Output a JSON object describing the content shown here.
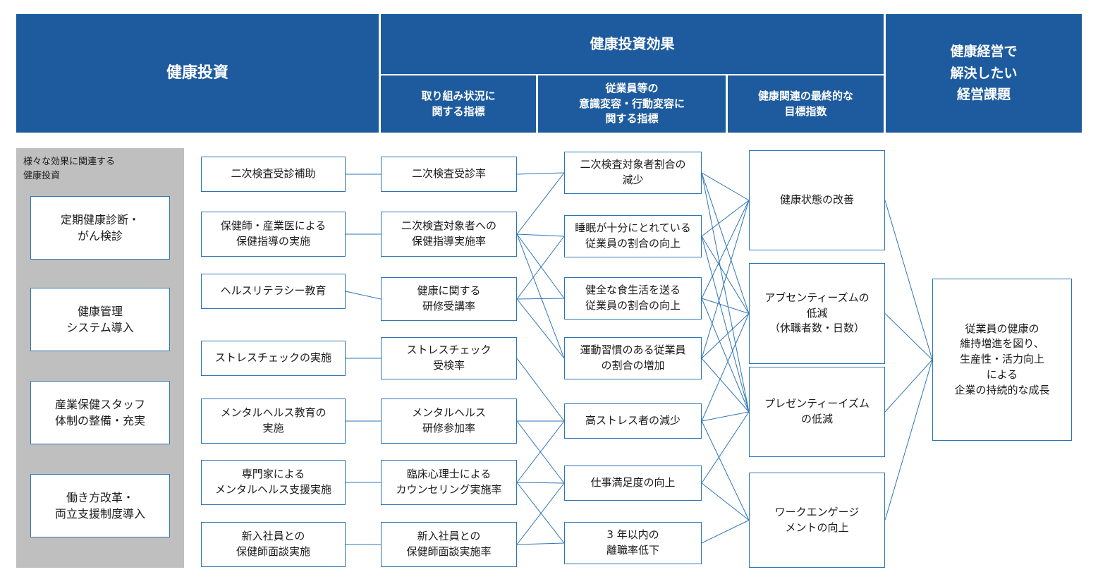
{
  "headers": {
    "invest": "健康投資",
    "effect": "健康投資効果",
    "sub_status": "取り組み状況に\n関する指標",
    "sub_behavior": "従業員等の\n意識変容・行動変容に\n関する指標",
    "sub_goal": "健康関連の最終的な\n目標指数",
    "issue": "健康経営で\n解決したい\n経営課題"
  },
  "side_panel": {
    "label": "様々な効果に関連する\n健康投資",
    "items": [
      {
        "id": "sp1",
        "label": "定期健康診断・\nがん検診"
      },
      {
        "id": "sp2",
        "label": "健康管理\nシステム導入"
      },
      {
        "id": "sp3",
        "label": "産業保健スタッフ\n体制の整備・充実"
      },
      {
        "id": "sp4",
        "label": "働き方改革・\n両立支援制度導入"
      }
    ]
  },
  "nodes": [
    {
      "id": "inv1",
      "column": "investment",
      "label": "二次検査受診補助"
    },
    {
      "id": "inv2",
      "column": "investment",
      "label": "保健師・産業医による\n保健指導の実施"
    },
    {
      "id": "inv3",
      "column": "investment",
      "label": "ヘルスリテラシー教育"
    },
    {
      "id": "inv4",
      "column": "investment",
      "label": "ストレスチェックの実施"
    },
    {
      "id": "inv5",
      "column": "investment",
      "label": "メンタルヘルス教育の\n実施"
    },
    {
      "id": "inv6",
      "column": "investment",
      "label": "専門家による\nメンタルヘルス支援実施"
    },
    {
      "id": "inv7",
      "column": "investment",
      "label": "新入社員との\n保健師面談実施"
    },
    {
      "id": "ind1",
      "column": "status-indicator",
      "label": "二次検査受診率"
    },
    {
      "id": "ind2",
      "column": "status-indicator",
      "label": "二次検査対象者への\n保健指導実施率"
    },
    {
      "id": "ind3",
      "column": "status-indicator",
      "label": "健康に関する\n研修受講率"
    },
    {
      "id": "ind4",
      "column": "status-indicator",
      "label": "ストレスチェック\n受検率"
    },
    {
      "id": "ind5",
      "column": "status-indicator",
      "label": "メンタルヘルス\n研修参加率"
    },
    {
      "id": "ind6",
      "column": "status-indicator",
      "label": "臨床心理士による\nカウンセリング実施率"
    },
    {
      "id": "ind7",
      "column": "status-indicator",
      "label": "新入社員との\n保健師面談実施率"
    },
    {
      "id": "beh1",
      "column": "behavior-indicator",
      "label": "二次検査対象者割合の\n減少"
    },
    {
      "id": "beh2",
      "column": "behavior-indicator",
      "label": "睡眠が十分にとれている\n従業員の割合の向上"
    },
    {
      "id": "beh3",
      "column": "behavior-indicator",
      "label": "健全な食生活を送る\n従業員の割合の向上"
    },
    {
      "id": "beh4",
      "column": "behavior-indicator",
      "label": "運動習慣のある従業員\nの割合の増加"
    },
    {
      "id": "beh5",
      "column": "behavior-indicator",
      "label": "高ストレス者の減少"
    },
    {
      "id": "beh6",
      "column": "behavior-indicator",
      "label": "仕事満足度の向上"
    },
    {
      "id": "beh7",
      "column": "behavior-indicator",
      "label": "3 年以内の\n離職率低下"
    },
    {
      "id": "goal1",
      "column": "final-goal",
      "label": "健康状態の改善"
    },
    {
      "id": "goal2",
      "column": "final-goal",
      "label": "アブセンティーズムの\n低減\n（休職者数・日数）"
    },
    {
      "id": "goal3",
      "column": "final-goal",
      "label": "プレゼンティーイズム\nの低減"
    },
    {
      "id": "goal4",
      "column": "final-goal",
      "label": "ワークエンゲージ\nメントの向上"
    },
    {
      "id": "final",
      "column": "management-issue",
      "label": "従業員の健康の\n維持増進を図り、\n生産性・活力向上\nによる\n企業の持続的な成長"
    }
  ],
  "edges": [
    [
      "inv1",
      "ind1"
    ],
    [
      "inv2",
      "ind2"
    ],
    [
      "inv3",
      "ind3"
    ],
    [
      "inv4",
      "ind4"
    ],
    [
      "inv5",
      "ind5"
    ],
    [
      "inv6",
      "ind6"
    ],
    [
      "inv7",
      "ind7"
    ],
    [
      "ind1",
      "beh1"
    ],
    [
      "ind2",
      "beh1"
    ],
    [
      "ind2",
      "beh2"
    ],
    [
      "ind2",
      "beh3"
    ],
    [
      "ind2",
      "beh4"
    ],
    [
      "ind3",
      "beh2"
    ],
    [
      "ind3",
      "beh3"
    ],
    [
      "ind3",
      "beh4"
    ],
    [
      "ind4",
      "beh5"
    ],
    [
      "ind5",
      "beh5"
    ],
    [
      "ind5",
      "beh6"
    ],
    [
      "ind6",
      "beh5"
    ],
    [
      "ind6",
      "beh6"
    ],
    [
      "ind6",
      "beh7"
    ],
    [
      "ind7",
      "beh6"
    ],
    [
      "ind7",
      "beh7"
    ],
    [
      "beh1",
      "goal1"
    ],
    [
      "beh1",
      "goal2"
    ],
    [
      "beh1",
      "goal3"
    ],
    [
      "beh2",
      "goal1"
    ],
    [
      "beh2",
      "goal2"
    ],
    [
      "beh2",
      "goal3"
    ],
    [
      "beh3",
      "goal1"
    ],
    [
      "beh3",
      "goal2"
    ],
    [
      "beh3",
      "goal3"
    ],
    [
      "beh4",
      "goal1"
    ],
    [
      "beh4",
      "goal2"
    ],
    [
      "beh4",
      "goal3"
    ],
    [
      "beh5",
      "goal2"
    ],
    [
      "beh5",
      "goal3"
    ],
    [
      "beh5",
      "goal4"
    ],
    [
      "beh6",
      "goal3"
    ],
    [
      "beh6",
      "goal4"
    ],
    [
      "beh7",
      "goal4"
    ],
    [
      "goal1",
      "final"
    ],
    [
      "goal2",
      "final"
    ],
    [
      "goal3",
      "final"
    ],
    [
      "goal4",
      "final"
    ]
  ],
  "colors": {
    "header_bg": "#1e5b9e",
    "header_text": "#ffffff",
    "panel_bg": "#bfbfbf",
    "box_border": "#2e75b6",
    "line": "#2e75b6",
    "text": "#1a1a1a"
  }
}
